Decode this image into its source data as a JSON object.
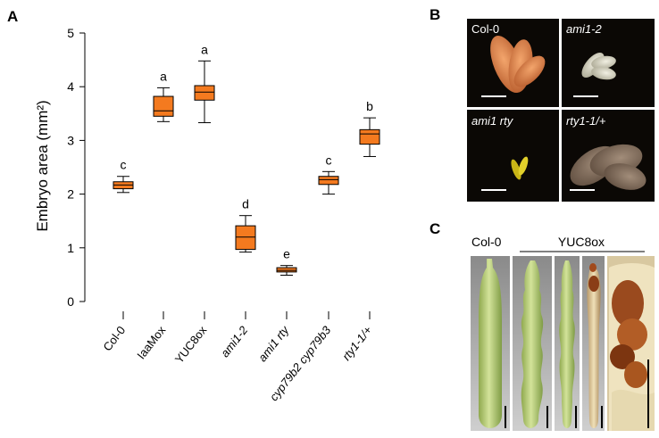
{
  "panels": {
    "a": "A",
    "b": "B",
    "c": "C"
  },
  "chart_data": {
    "type": "box",
    "ylabel": "Embryo area (mm²)",
    "ylim": [
      0,
      5
    ],
    "yticks": [
      0,
      1,
      2,
      3,
      4,
      5
    ],
    "grid": false,
    "box_color": "#f47a1f",
    "categories": [
      {
        "name": "Col-0",
        "italic": false,
        "min": 2.03,
        "q1": 2.1,
        "median": 2.17,
        "q3": 2.23,
        "max": 2.33,
        "letter": "c"
      },
      {
        "name": "IaaMox",
        "italic": false,
        "min": 3.35,
        "q1": 3.45,
        "median": 3.55,
        "q3": 3.82,
        "max": 3.98,
        "letter": "a"
      },
      {
        "name": "YUC8ox",
        "italic": false,
        "min": 3.33,
        "q1": 3.75,
        "median": 3.9,
        "q3": 4.02,
        "max": 4.48,
        "letter": "a"
      },
      {
        "name": "ami1-2",
        "italic": true,
        "min": 0.92,
        "q1": 0.97,
        "median": 1.2,
        "q3": 1.41,
        "max": 1.6,
        "letter": "d"
      },
      {
        "name": "ami1 rty",
        "italic": true,
        "min": 0.49,
        "q1": 0.55,
        "median": 0.58,
        "q3": 0.63,
        "max": 0.67,
        "letter": "e"
      },
      {
        "name": "cyp79b2 cyp79b3",
        "italic": true,
        "min": 2.0,
        "q1": 2.18,
        "median": 2.27,
        "q3": 2.33,
        "max": 2.42,
        "letter": "c"
      },
      {
        "name": "rty1-1/+",
        "italic": true,
        "min": 2.7,
        "q1": 2.93,
        "median": 3.12,
        "q3": 3.2,
        "max": 3.42,
        "letter": "b"
      }
    ]
  },
  "micrographs": [
    {
      "label": "Col-0",
      "italic": false
    },
    {
      "label": "ami1-2",
      "italic": true
    },
    {
      "label": "ami1 rty",
      "italic": true
    },
    {
      "label": "rty1-1/+",
      "italic": true
    }
  ],
  "fruit_labels": {
    "control": "Col-0",
    "group": "YUC8ox"
  }
}
